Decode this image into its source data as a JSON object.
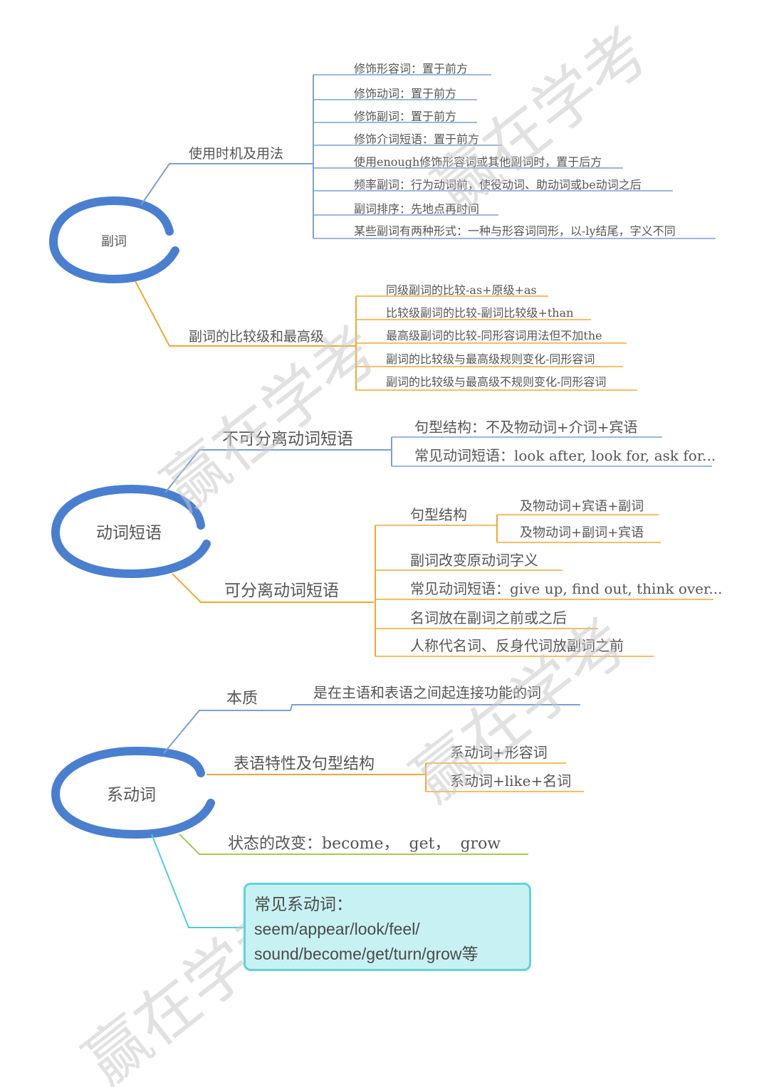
{
  "colors": {
    "blue_branch": "#7b9fd4",
    "orange_branch": "#f0a830",
    "green_branch": "#a8c850",
    "teal_branch": "#4ccfd6",
    "center_ring": "#4a7fd0",
    "text": "#555555",
    "watermark": "#c8c8c8"
  },
  "watermark": {
    "text": "赢在学考"
  },
  "section_adverb": {
    "center": "副词",
    "usage": {
      "label": "使用时机及用法",
      "items": [
        "修饰形容词：置于前方",
        "修饰动词：置于前方",
        "修饰副词：置于前方",
        "修饰介词短语：置于前方",
        "使用enough修饰形容词或其他副词时，置于后方",
        "频率副词：行为动词前，使役动词、助动词或be动词之后",
        "副词排序：先地点再时间",
        "某些副词有两种形式：一种与形容词同形，以-ly结尾，字义不同"
      ]
    },
    "comparison": {
      "label": "副词的比较级和最高级",
      "items": [
        "同级副词的比较-as+原级+as",
        "比较级副词的比较-副词比较级+than",
        "最高级副词的比较-同形容词用法但不加the",
        "副词的比较级与最高级规则变化-同形容词",
        "副词的比较级与最高级不规则变化-同形容词"
      ]
    }
  },
  "section_phrasal": {
    "center": "动词短语",
    "inseparable": {
      "label": "不可分离动词短语",
      "items": [
        "句型结构：不及物动词+介词+宾语",
        "常见动词短语：look after, look for, ask for..."
      ]
    },
    "separable": {
      "label": "可分离动词短语",
      "structure": {
        "label": "句型结构",
        "items": [
          "及物动词+宾语+副词",
          "及物动词+副词+宾语"
        ]
      },
      "items": [
        "副词改变原动词字义",
        "常见动词短语：give up, find out, think over...",
        "名词放在副词之前或之后",
        "人称代名词、反身代词放副词之前"
      ]
    }
  },
  "section_linking": {
    "center": "系动词",
    "essence": {
      "label": "本质",
      "item": "是在主语和表语之间起连接功能的词"
    },
    "predicative": {
      "label": "表语特性及句型结构",
      "items": [
        "系动词+形容词",
        "系动词+like+名词"
      ]
    },
    "change": {
      "label": "状态的改变：become，  get，  grow"
    },
    "common": {
      "lines": [
        "常见系动词：",
        "seem/appear/look/feel/",
        "sound/become/get/turn/grow等"
      ]
    }
  }
}
